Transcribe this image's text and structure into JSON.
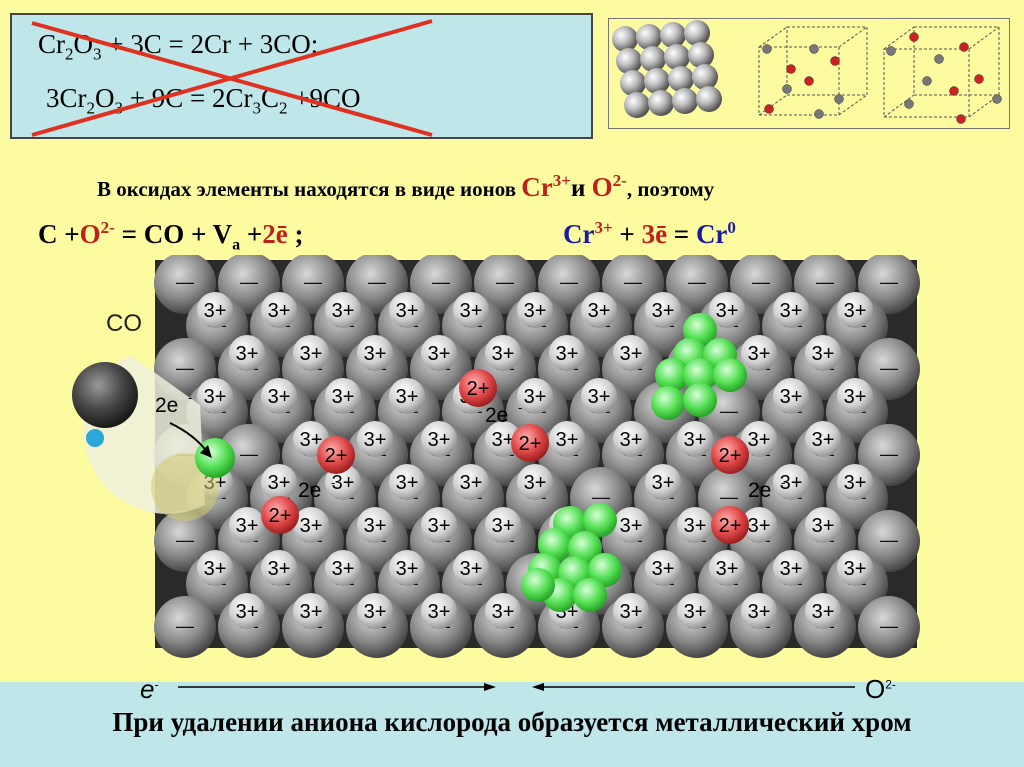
{
  "equations": {
    "eq1": {
      "a": "Cr",
      "b": "2",
      "c": "O",
      "d": "3",
      "e": " + 3C = 2Cr + 3CO;"
    },
    "eq2": {
      "a": "3Cr",
      "b": "2",
      "c": "O",
      "d": "3",
      "e": " + 9C = 2Cr",
      "f": "3",
      "g": "C",
      "h": "2",
      "i": " +9CO"
    }
  },
  "intro": {
    "text": "В оксидах элементы находятся в виде ионов ",
    "cr": "Cr",
    "cr_charge": "3+",
    "and": "и ",
    "o": "O",
    "o_charge": "2-",
    "tail": ", поэтому"
  },
  "reaction_left": {
    "c": "C +",
    "o": "O",
    "o_charge": "2-",
    "mid": " = CO + V",
    "sub": "a",
    "plus": " +",
    "e": "2ē",
    "end": " ;"
  },
  "reaction_right": {
    "cr": "Cr",
    "cr_charge": "3+",
    "plus": " + ",
    "e": "3ē",
    "eq": " = ",
    "cr0": "Cr",
    "cr0_sup": "0"
  },
  "lattice_labels": {
    "co": "CO",
    "electrons": "2e",
    "electron_sup": "-",
    "cr3": "3+",
    "cr2": "2+",
    "o_ion": "—"
  },
  "arrows": {
    "left": "e",
    "left_sup": "-",
    "right": "O",
    "right_sup": "2-"
  },
  "conclusion": "При удалении аниона кислорода образуется металлический хром",
  "colors": {
    "bg": "#fdfba0",
    "panel": "#bfe6e8",
    "accent": "#c0201a",
    "green": "#44d844",
    "cr2": "#d84040"
  }
}
